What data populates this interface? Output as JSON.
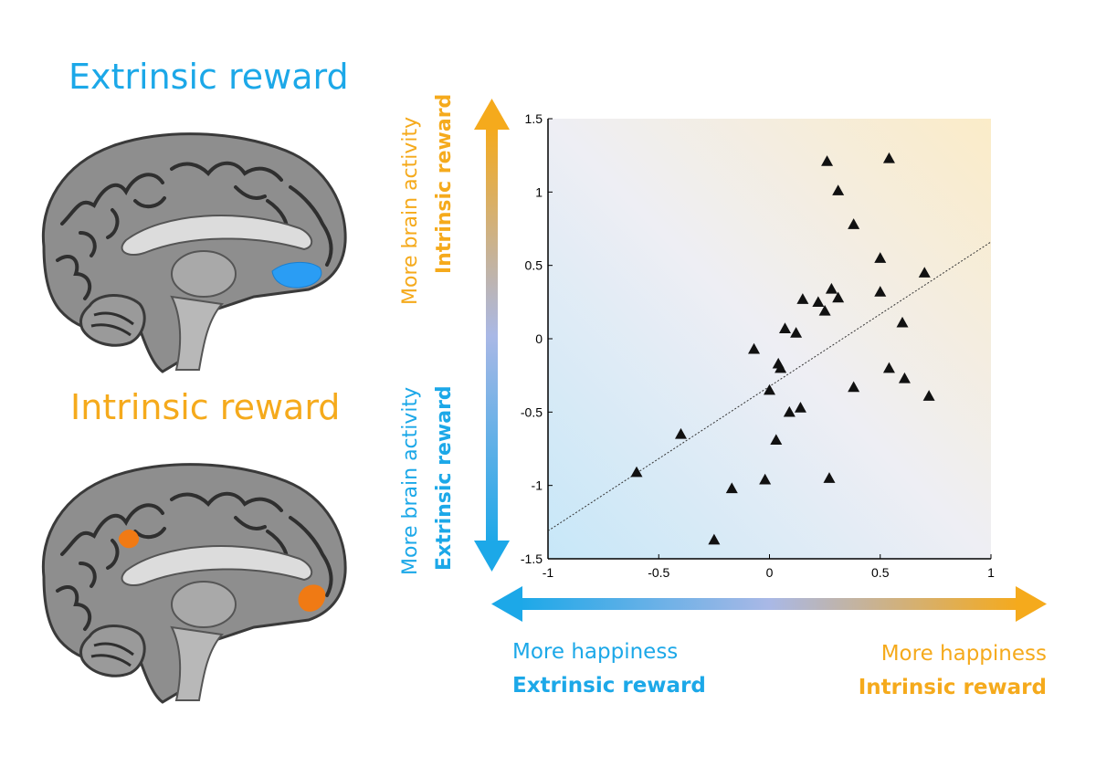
{
  "titles": {
    "extrinsic": "Extrinsic reward",
    "intrinsic": "Intrinsic reward"
  },
  "side_labels": {
    "intrinsic_line1": "More brain activity",
    "intrinsic_line2": "Intrinsic reward",
    "extrinsic_line1": "More brain activity",
    "extrinsic_line2": "Extrinsic reward"
  },
  "bottom_labels": {
    "extrinsic_line1": "More happiness",
    "extrinsic_line2": "Extrinsic reward",
    "intrinsic_line1": "More happiness",
    "intrinsic_line2": "Intrinsic reward"
  },
  "colors": {
    "extrinsic": "#1ca8e8",
    "intrinsic": "#f5aa1c",
    "brain_highlight_extrinsic": "#2a9df4",
    "brain_highlight_intrinsic": "#f07a14"
  },
  "chart_data": {
    "type": "scatter",
    "title": "",
    "xlabel": "",
    "ylabel": "",
    "xlim": [
      -1,
      1
    ],
    "ylim": [
      -1.5,
      1.5
    ],
    "x_ticks": [
      "-1",
      "-0.5",
      "0",
      "0.5",
      "1"
    ],
    "y_ticks": [
      "1.5",
      "1",
      "0.5",
      "0",
      "-0.5",
      "-1",
      "-1.5"
    ],
    "grid": false,
    "marker": "triangle",
    "points": [
      {
        "x": -0.6,
        "y": -0.91
      },
      {
        "x": -0.4,
        "y": -0.65
      },
      {
        "x": -0.25,
        "y": -1.37
      },
      {
        "x": -0.17,
        "y": -1.02
      },
      {
        "x": -0.07,
        "y": -0.07
      },
      {
        "x": -0.02,
        "y": -0.96
      },
      {
        "x": 0.0,
        "y": -0.35
      },
      {
        "x": 0.03,
        "y": -0.69
      },
      {
        "x": 0.04,
        "y": -0.17
      },
      {
        "x": 0.05,
        "y": -0.2
      },
      {
        "x": 0.07,
        "y": 0.07
      },
      {
        "x": 0.09,
        "y": -0.5
      },
      {
        "x": 0.12,
        "y": 0.04
      },
      {
        "x": 0.14,
        "y": -0.47
      },
      {
        "x": 0.15,
        "y": 0.27
      },
      {
        "x": 0.22,
        "y": 0.25
      },
      {
        "x": 0.25,
        "y": 0.19
      },
      {
        "x": 0.26,
        "y": 1.21
      },
      {
        "x": 0.27,
        "y": -0.95
      },
      {
        "x": 0.28,
        "y": 0.34
      },
      {
        "x": 0.31,
        "y": 0.28
      },
      {
        "x": 0.31,
        "y": 1.01
      },
      {
        "x": 0.38,
        "y": 0.78
      },
      {
        "x": 0.38,
        "y": -0.33
      },
      {
        "x": 0.5,
        "y": 0.55
      },
      {
        "x": 0.5,
        "y": 0.32
      },
      {
        "x": 0.54,
        "y": 1.23
      },
      {
        "x": 0.54,
        "y": -0.2
      },
      {
        "x": 0.6,
        "y": 0.11
      },
      {
        "x": 0.61,
        "y": -0.27
      },
      {
        "x": 0.7,
        "y": 0.45
      },
      {
        "x": 0.72,
        "y": -0.39
      }
    ],
    "trend_line": {
      "x": [
        -1,
        1
      ],
      "y": [
        -1.31,
        0.66
      ],
      "style": "dotted"
    }
  }
}
